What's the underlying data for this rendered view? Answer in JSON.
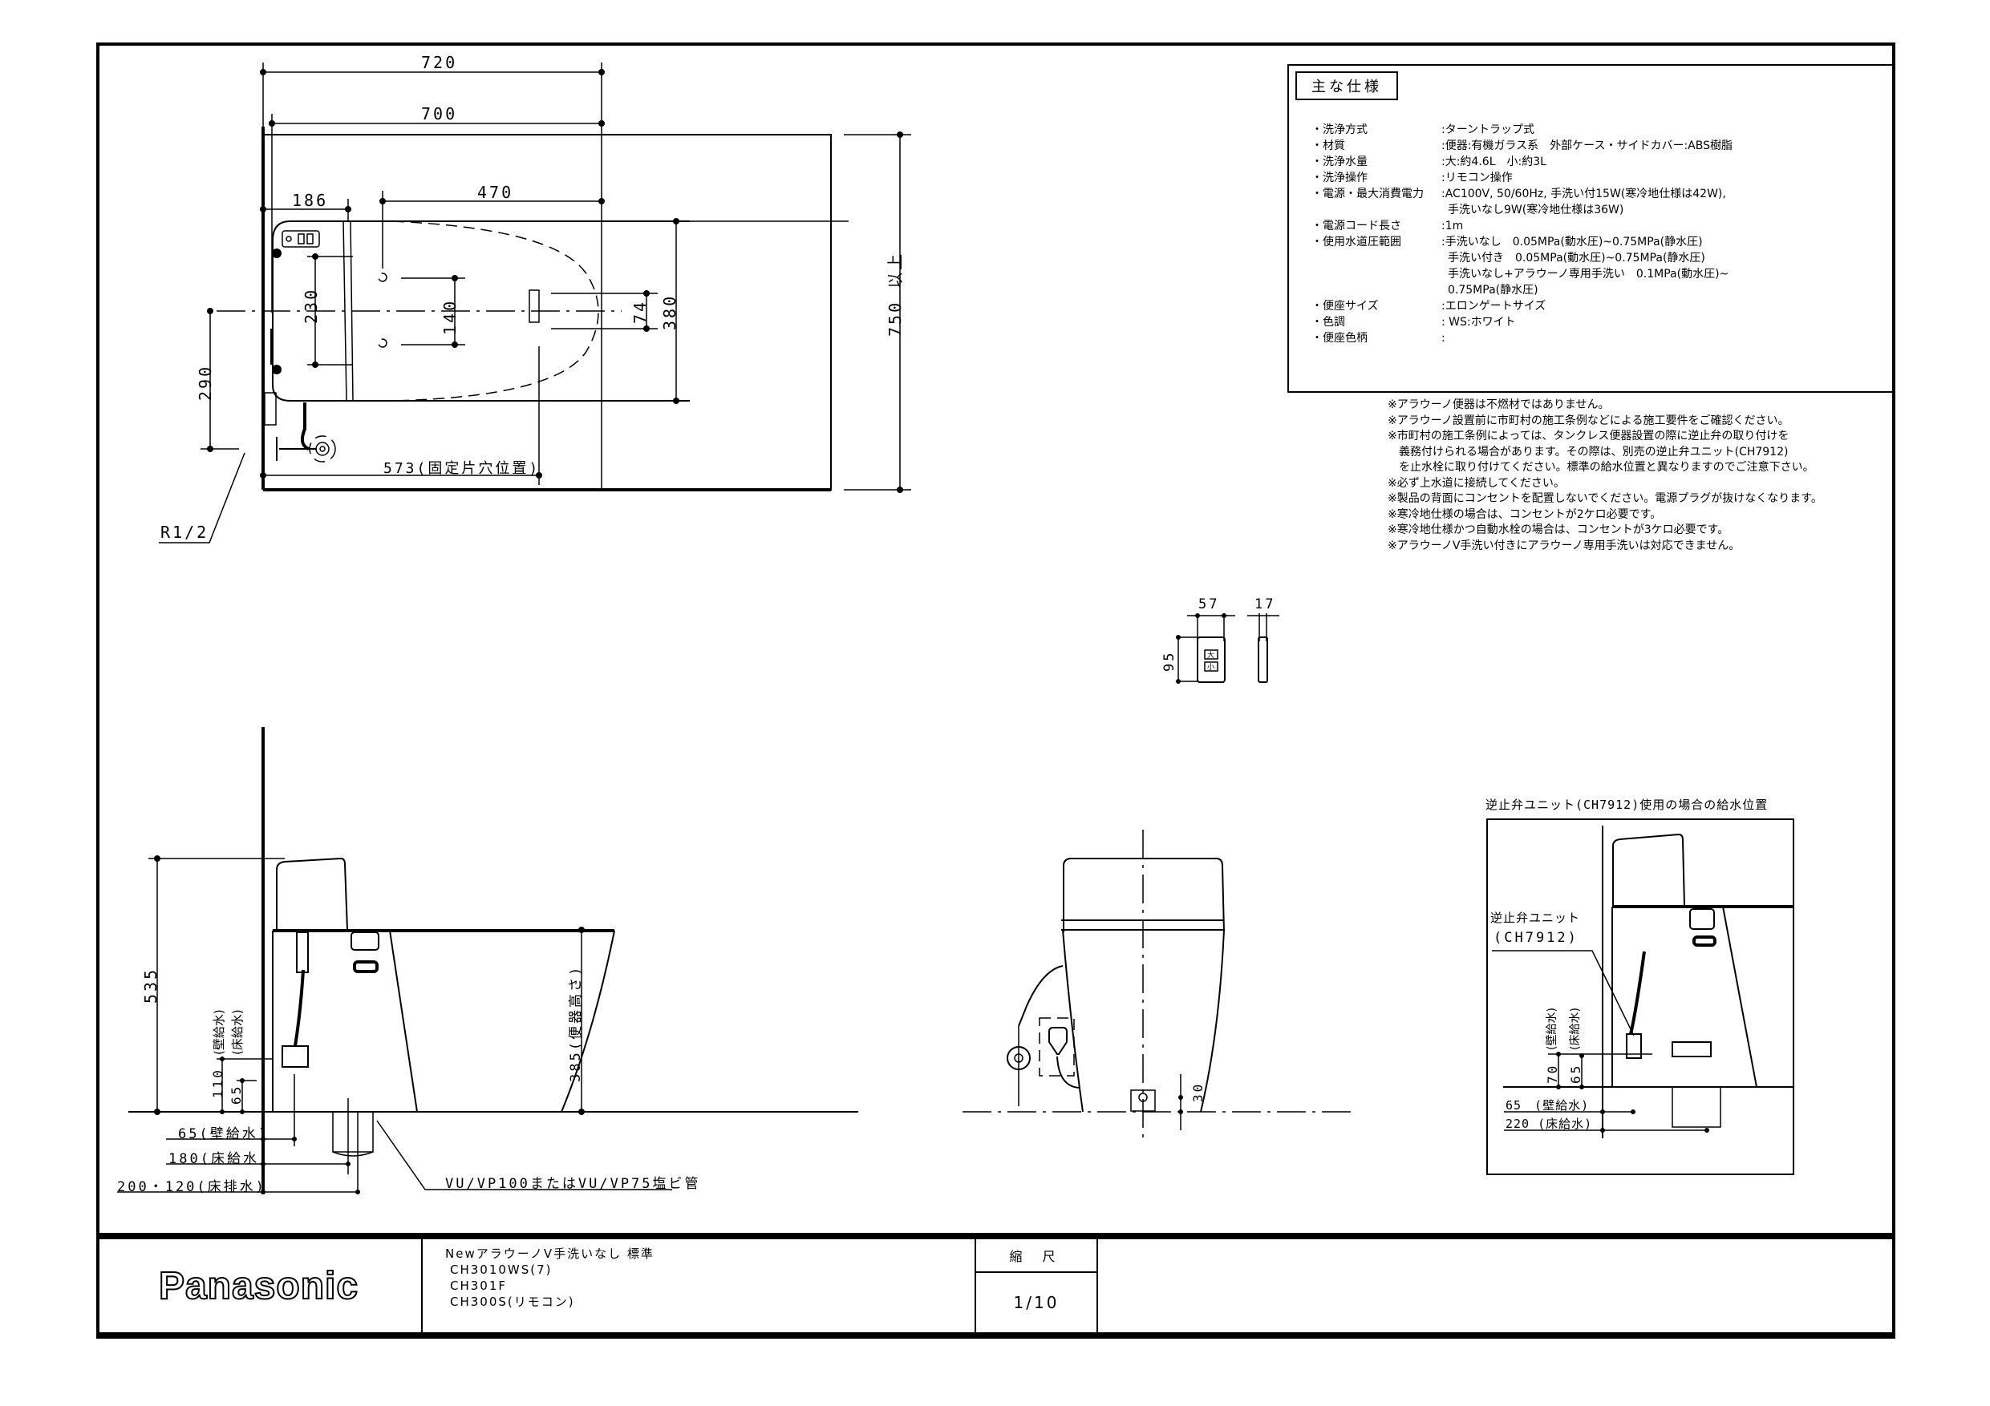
{
  "drawing": {
    "manufacturer_logo": "Panasonic",
    "scale_label": "縮 尺",
    "scale_value": "1/10"
  },
  "title_block": {
    "product_name": "NewアラウーノV手洗いなし 標準",
    "models": [
      "CH3010WS(7)",
      "CH301F",
      "CH300S(リモコン)"
    ]
  },
  "specs": {
    "heading": "主な仕様",
    "rows": [
      {
        "key": "洗浄方式",
        "value": [
          ":ターントラップ式"
        ]
      },
      {
        "key": "材質",
        "value": [
          ":便器:有機ガラス系　外部ケース・サイドカバー:ABS樹脂"
        ]
      },
      {
        "key": "洗浄水量",
        "value": [
          ":大:約4.6L　小:約3L"
        ]
      },
      {
        "key": "洗浄操作",
        "value": [
          ":リモコン操作"
        ]
      },
      {
        "key": "電源・最大消費電力",
        "value": [
          ":AC100V, 50/60Hz, 手洗い付15W(寒冷地仕様は42W),",
          "手洗いなし9W(寒冷地仕様は36W)"
        ]
      },
      {
        "key": "電源コード長さ",
        "value": [
          ":1m"
        ]
      },
      {
        "key": "使用水道圧範囲",
        "value": [
          ":手洗いなし　0.05MPa(動水圧)~0.75MPa(静水圧)",
          "手洗い付き　0.05MPa(動水圧)~0.75MPa(静水圧)",
          "手洗いなし+アラウーノ専用手洗い　0.1MPa(動水圧)~",
          "0.75MPa(静水圧)"
        ]
      },
      {
        "key": "便座サイズ",
        "value": [
          ":エロンゲートサイズ"
        ]
      },
      {
        "key": "色調",
        "value": [
          ": WS:ホワイト"
        ]
      },
      {
        "key": "便座色柄",
        "value": [
          ":"
        ]
      }
    ]
  },
  "notes": [
    {
      "text": "※アラウーノ便器は不燃材ではありません。",
      "cont": false
    },
    {
      "text": "※アラウーノ設置前に市町村の施工条例などによる施工要件をご確認ください。",
      "cont": false
    },
    {
      "text": "※市町村の施工条例によっては、タンクレス便器設置の際に逆止弁の取り付けを",
      "cont": false
    },
    {
      "text": "義務付けられる場合があります。その際は、別売の逆止弁ユニット(CH7912)",
      "cont": true
    },
    {
      "text": "を止水栓に取り付けてください。標準の給水位置と異なりますのでご注意下さい。",
      "cont": true
    },
    {
      "text": "※必ず上水道に接続してください。",
      "cont": false
    },
    {
      "text": "※製品の背面にコンセントを配置しないでください。電源プラグが抜けなくなります。",
      "cont": false
    },
    {
      "text": "※寒冷地仕様の場合は、コンセントが2ケロ必要です。",
      "cont": false
    },
    {
      "text": "※寒冷地仕様かつ自動水栓の場合は、コンセントが3ケロ必要です。",
      "cont": false
    },
    {
      "text": "※アラウーノV手洗い付きにアラウーノ専用手洗いは対応できません。",
      "cont": false
    }
  ],
  "plan_view": {
    "dims": {
      "d720": "720",
      "d700": "700",
      "d186": "186",
      "d470": "470",
      "d230": "230",
      "d140": "140",
      "d74": "74",
      "d380": "380",
      "d290": "290",
      "d750": "750 以上",
      "d573": "573(固定片穴位置)"
    },
    "pipe_thread": "R1/2"
  },
  "remote": {
    "width": "57",
    "depth": "17",
    "height": "95",
    "button_large": "大",
    "button_small": "小"
  },
  "side_view": {
    "dims": {
      "d535": "535",
      "d385": "385(便器高さ)",
      "d110": "110",
      "d65v": "65",
      "wall_supply_label": "(壁給水)",
      "floor_supply_label": "(床給水)",
      "h65": "65(壁給水)",
      "h180": "180(床給水)",
      "h200": "200・120(床排水)"
    },
    "drain_pipe_note": "VU/VP100またはVU/VP75塩ビ管"
  },
  "front_view": {
    "dims": {
      "d30": "30"
    }
  },
  "check_valve_view": {
    "title": "逆止弁ユニット(CH7912)使用の場合の給水位置",
    "unit_label_1": "逆止弁ユニット",
    "unit_label_2": "(CH7912)",
    "dims": {
      "d70": "70",
      "d65": "65",
      "wall_supply_label": "(壁給水)",
      "floor_supply_label": "(床給水)",
      "h65": "65　(壁給水)",
      "h220": "220 (床給水)"
    }
  }
}
